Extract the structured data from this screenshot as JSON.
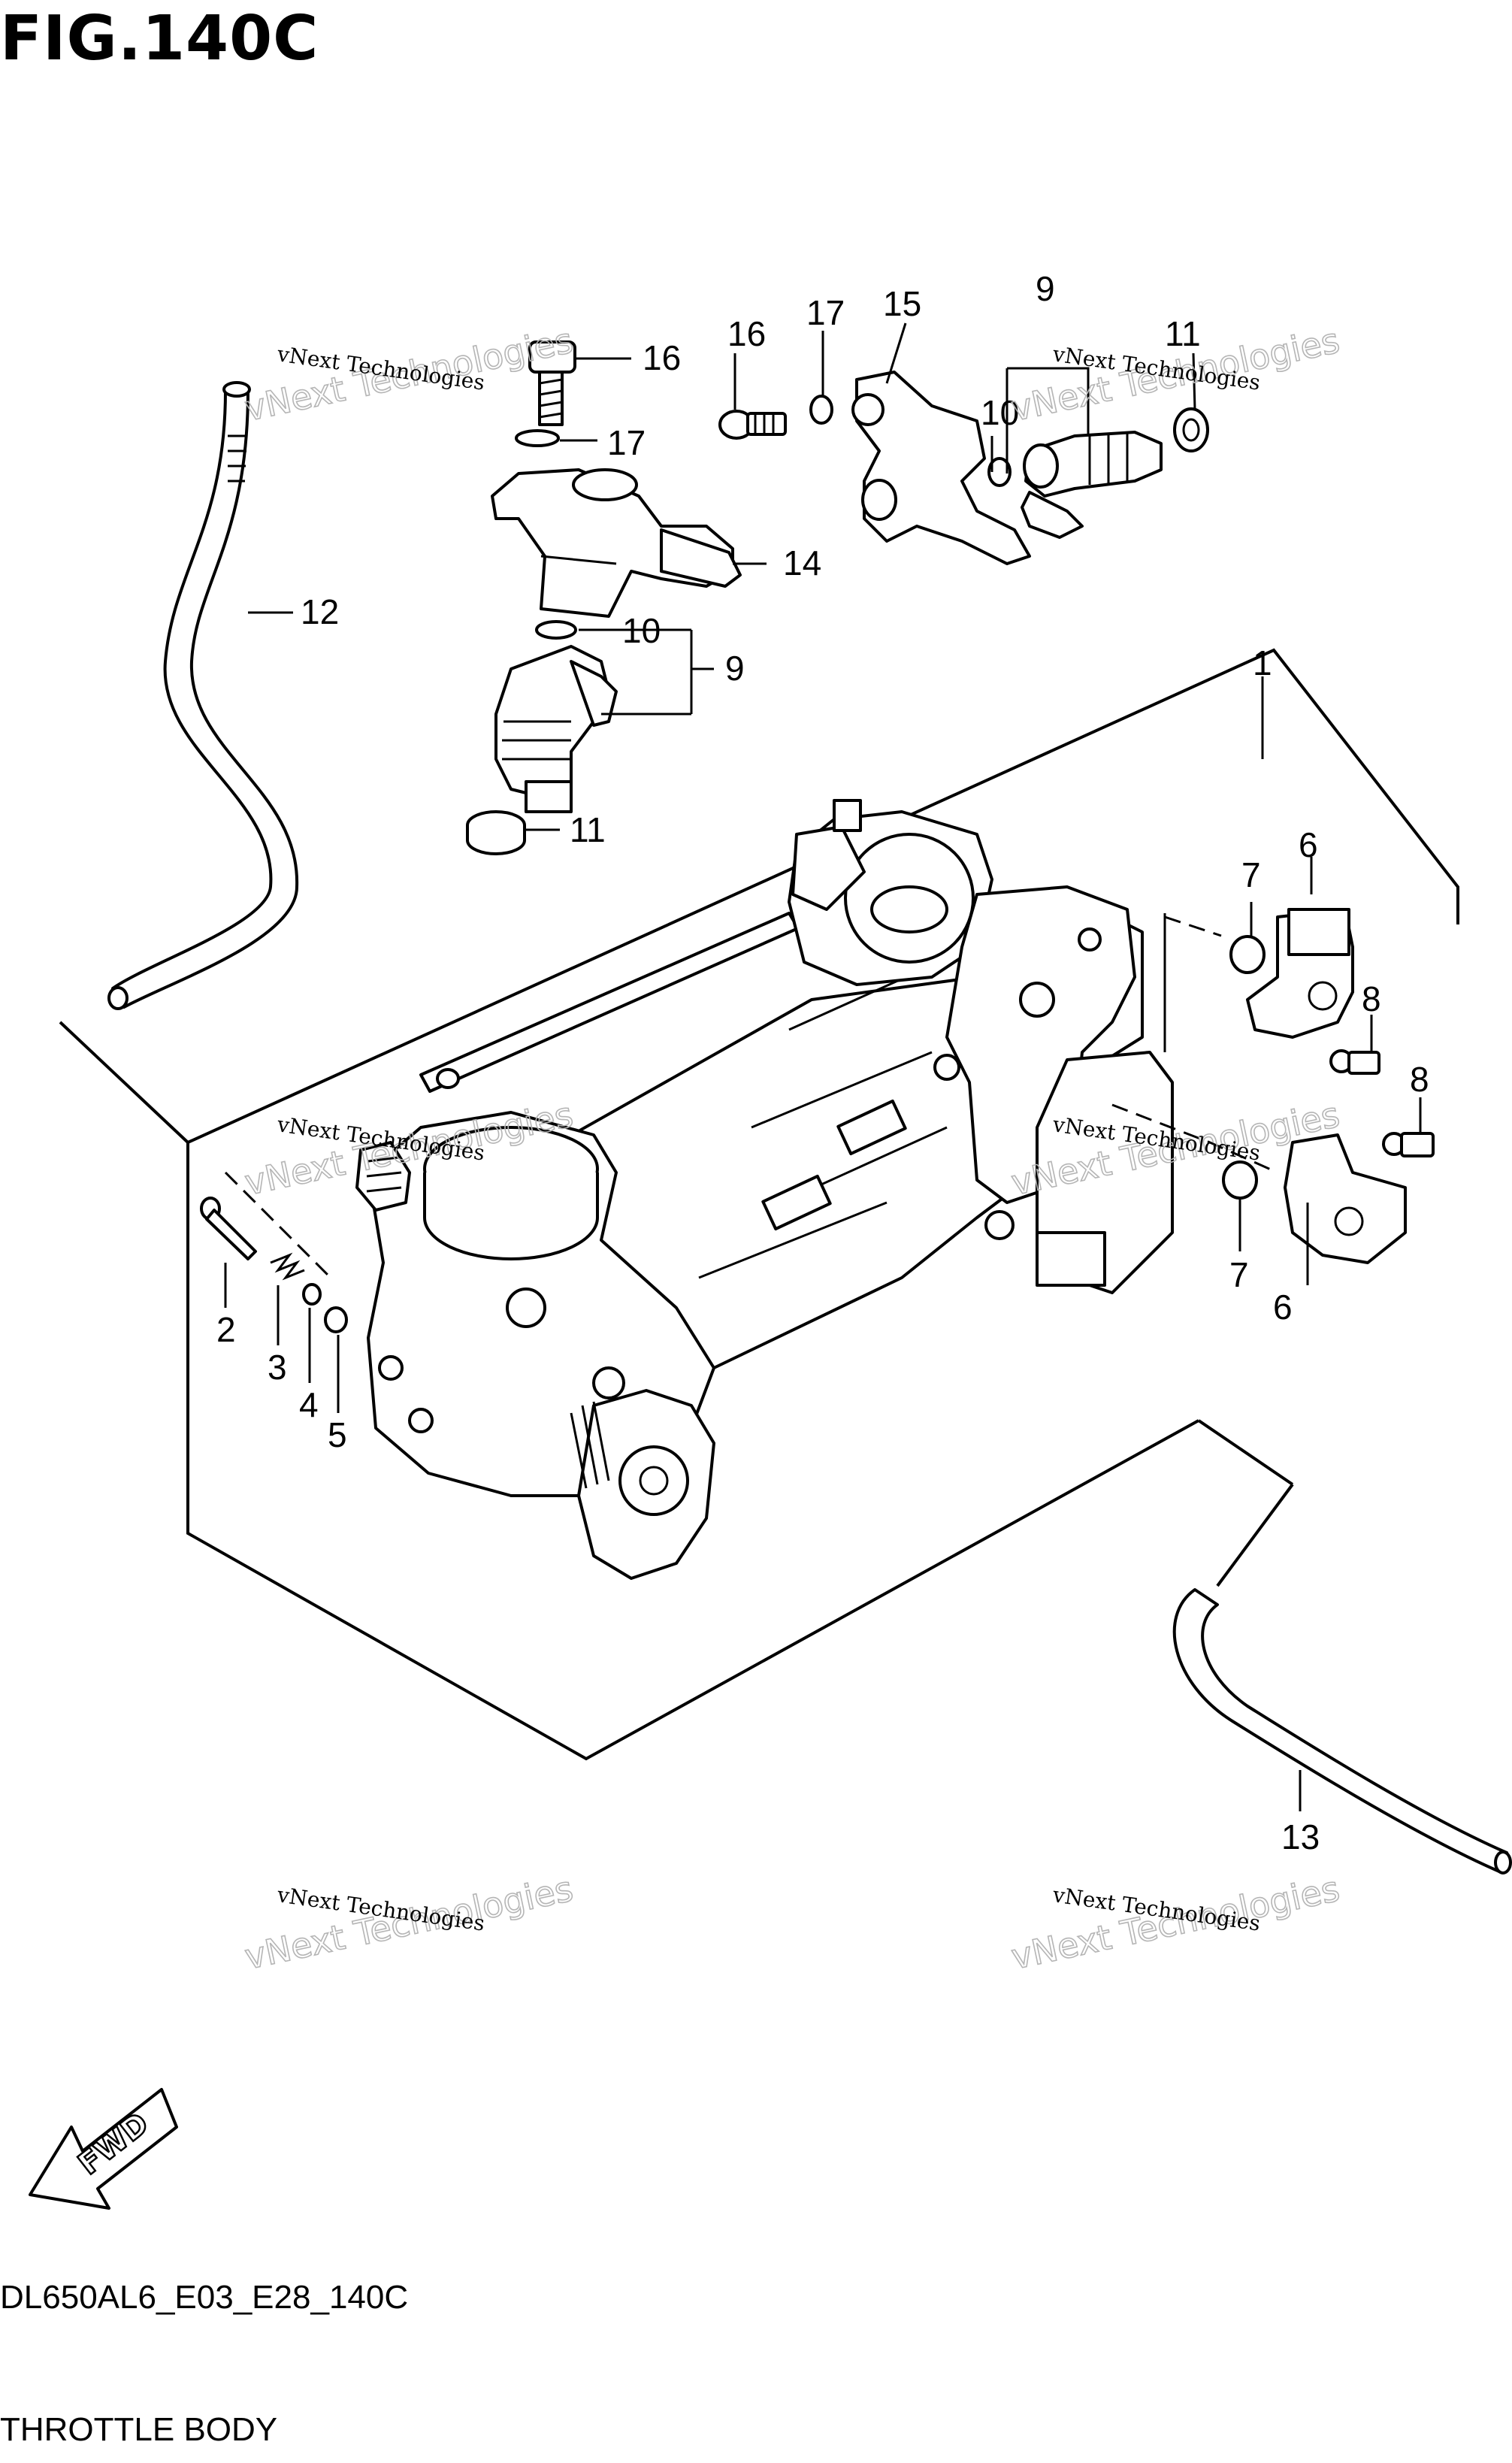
{
  "figure": {
    "title": "FIG.140C",
    "model_code": "DL650AL6_E03_E28_140C",
    "name": "THROTTLE BODY"
  },
  "callouts": [
    "1",
    "2",
    "3",
    "4",
    "5",
    "6",
    "6",
    "7",
    "7",
    "8",
    "8",
    "9",
    "9",
    "10",
    "10",
    "11",
    "11",
    "12",
    "13",
    "14",
    "15",
    "16",
    "17",
    "17"
  ],
  "watermark": {
    "line1": "vNext Technologies",
    "line2": "vNext Technologies"
  },
  "direction_label": "FWD"
}
